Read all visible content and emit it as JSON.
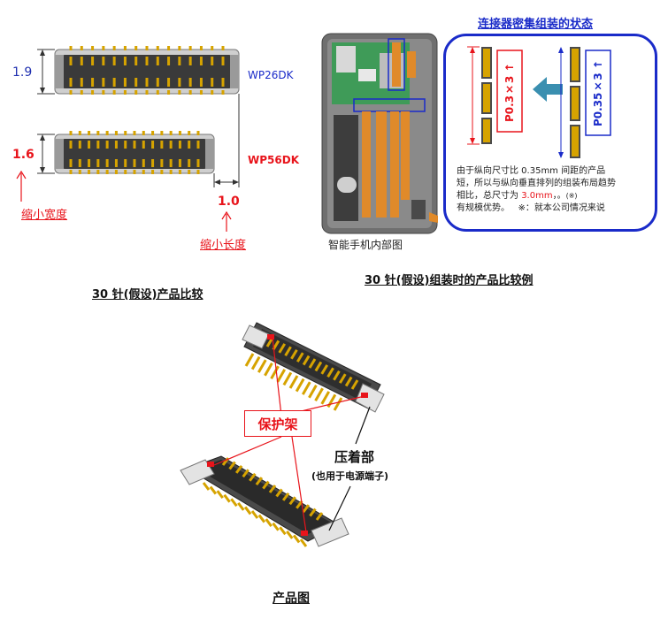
{
  "left_panel": {
    "dim_top_height": "1.9",
    "label_wp26": "WP26DK",
    "dim_bottom_height": "1.6",
    "label_wp56": "WP56DK",
    "dim_length_reduction": "1.0",
    "annot_width": "缩小宽度",
    "annot_length": "缩小长度",
    "caption": "30 针(假设)产品比较"
  },
  "middle_panel": {
    "phone_caption": "智能手机内部图",
    "caption": "30 针(假设)组装时的产品比较例"
  },
  "right_panel": {
    "title": "连接器密集组装的状态",
    "pitch_a": "P0.3×3 ↑",
    "pitch_b": "P0.35×3 ↑",
    "desc_line1": "由于纵向尺寸比 0.35mm 间距的产品",
    "desc_line2": "短，所以与纵向垂直排列的组装布局趋势",
    "desc_line3_pre": "相比，总尺寸为 ",
    "desc_highlight": "3.0mm",
    "desc_line3_post": "，。",
    "desc_mark": "(※)",
    "desc_line4": "有规模优势。",
    "desc_note": "※：就本公司情况来说"
  },
  "bottom_panel": {
    "label_guard": "保护架",
    "label_crimp": "压着部",
    "label_crimp_sub": "(也用于电源端子)",
    "caption": "产品图"
  },
  "colors": {
    "accent_red": "#e8141b",
    "accent_blue": "#1a2bc9",
    "dim_blue": "#2030b0",
    "panel_border": "#1a2bc9",
    "arrow_teal": "#3a8fb0",
    "connector_gold": "#d6a300",
    "connector_body": "#3a3a3a",
    "flex_orange": "#e08a2a"
  },
  "icons": [
    "arrow-left-icon",
    "arrow-up-icon"
  ]
}
